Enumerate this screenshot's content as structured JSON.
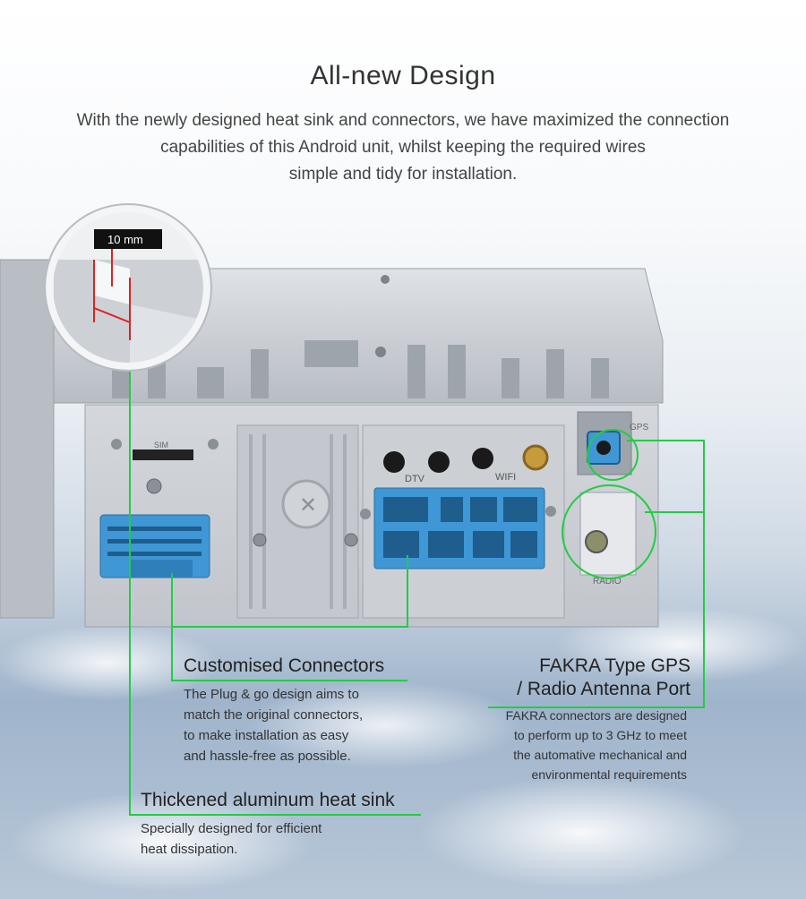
{
  "header": {
    "title": "All-new Design",
    "intro_lines": [
      "With the newly designed heat sink and connectors, we have maximized the connection",
      "capabilities of this Android unit, whilst keeping the required wires",
      "simple and tidy for installation."
    ]
  },
  "device": {
    "measure_label": "10 mm",
    "port_labels": {
      "sim": "SIM",
      "dtv": "DTV",
      "wifi": "WIFI",
      "gps": "GPS",
      "radio": "RADIO"
    }
  },
  "features": {
    "connectors": {
      "title": "Customised Connectors",
      "lines": [
        "The Plug & go design aims to",
        "match the original connectors,",
        "to make installation as easy",
        "and hassle-free as possible."
      ]
    },
    "fakra": {
      "title_lines": [
        "FAKRA Type GPS",
        "/ Radio Antenna Port"
      ],
      "lines": [
        "FAKRA connectors are designed",
        "to perform up to 3 GHz to meet",
        "the automative mechanical and",
        "environmental requirements"
      ]
    },
    "heatsink": {
      "title": "Thickened aluminum heat sink",
      "lines": [
        "Specially designed for efficient",
        "heat dissipation."
      ]
    }
  },
  "colors": {
    "callout_line": "#22cc44",
    "connector_blue": "#3f97d6",
    "chassis": "#c9cdd3",
    "measure_red": "#e02020"
  }
}
